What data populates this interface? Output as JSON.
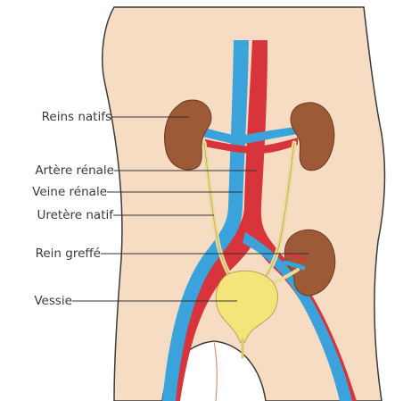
{
  "labels": {
    "reins_natifs": "Reins natifs",
    "artere_renale": "Artère rénale",
    "veine_renale": "Veine rénale",
    "uretere_natif": "Uretère natif",
    "rein_greffe": "Rein greffé",
    "vessie": "Vessie"
  },
  "colors": {
    "skin": "#f7dcc4",
    "skin_outline": "#3a3a3a",
    "artery": "#d8343c",
    "vein": "#3aa3dc",
    "kidney": "#9c5a36",
    "ureter": "#f2e6a6",
    "bladder": "#f3e57a",
    "leader_line": "#333333"
  }
}
